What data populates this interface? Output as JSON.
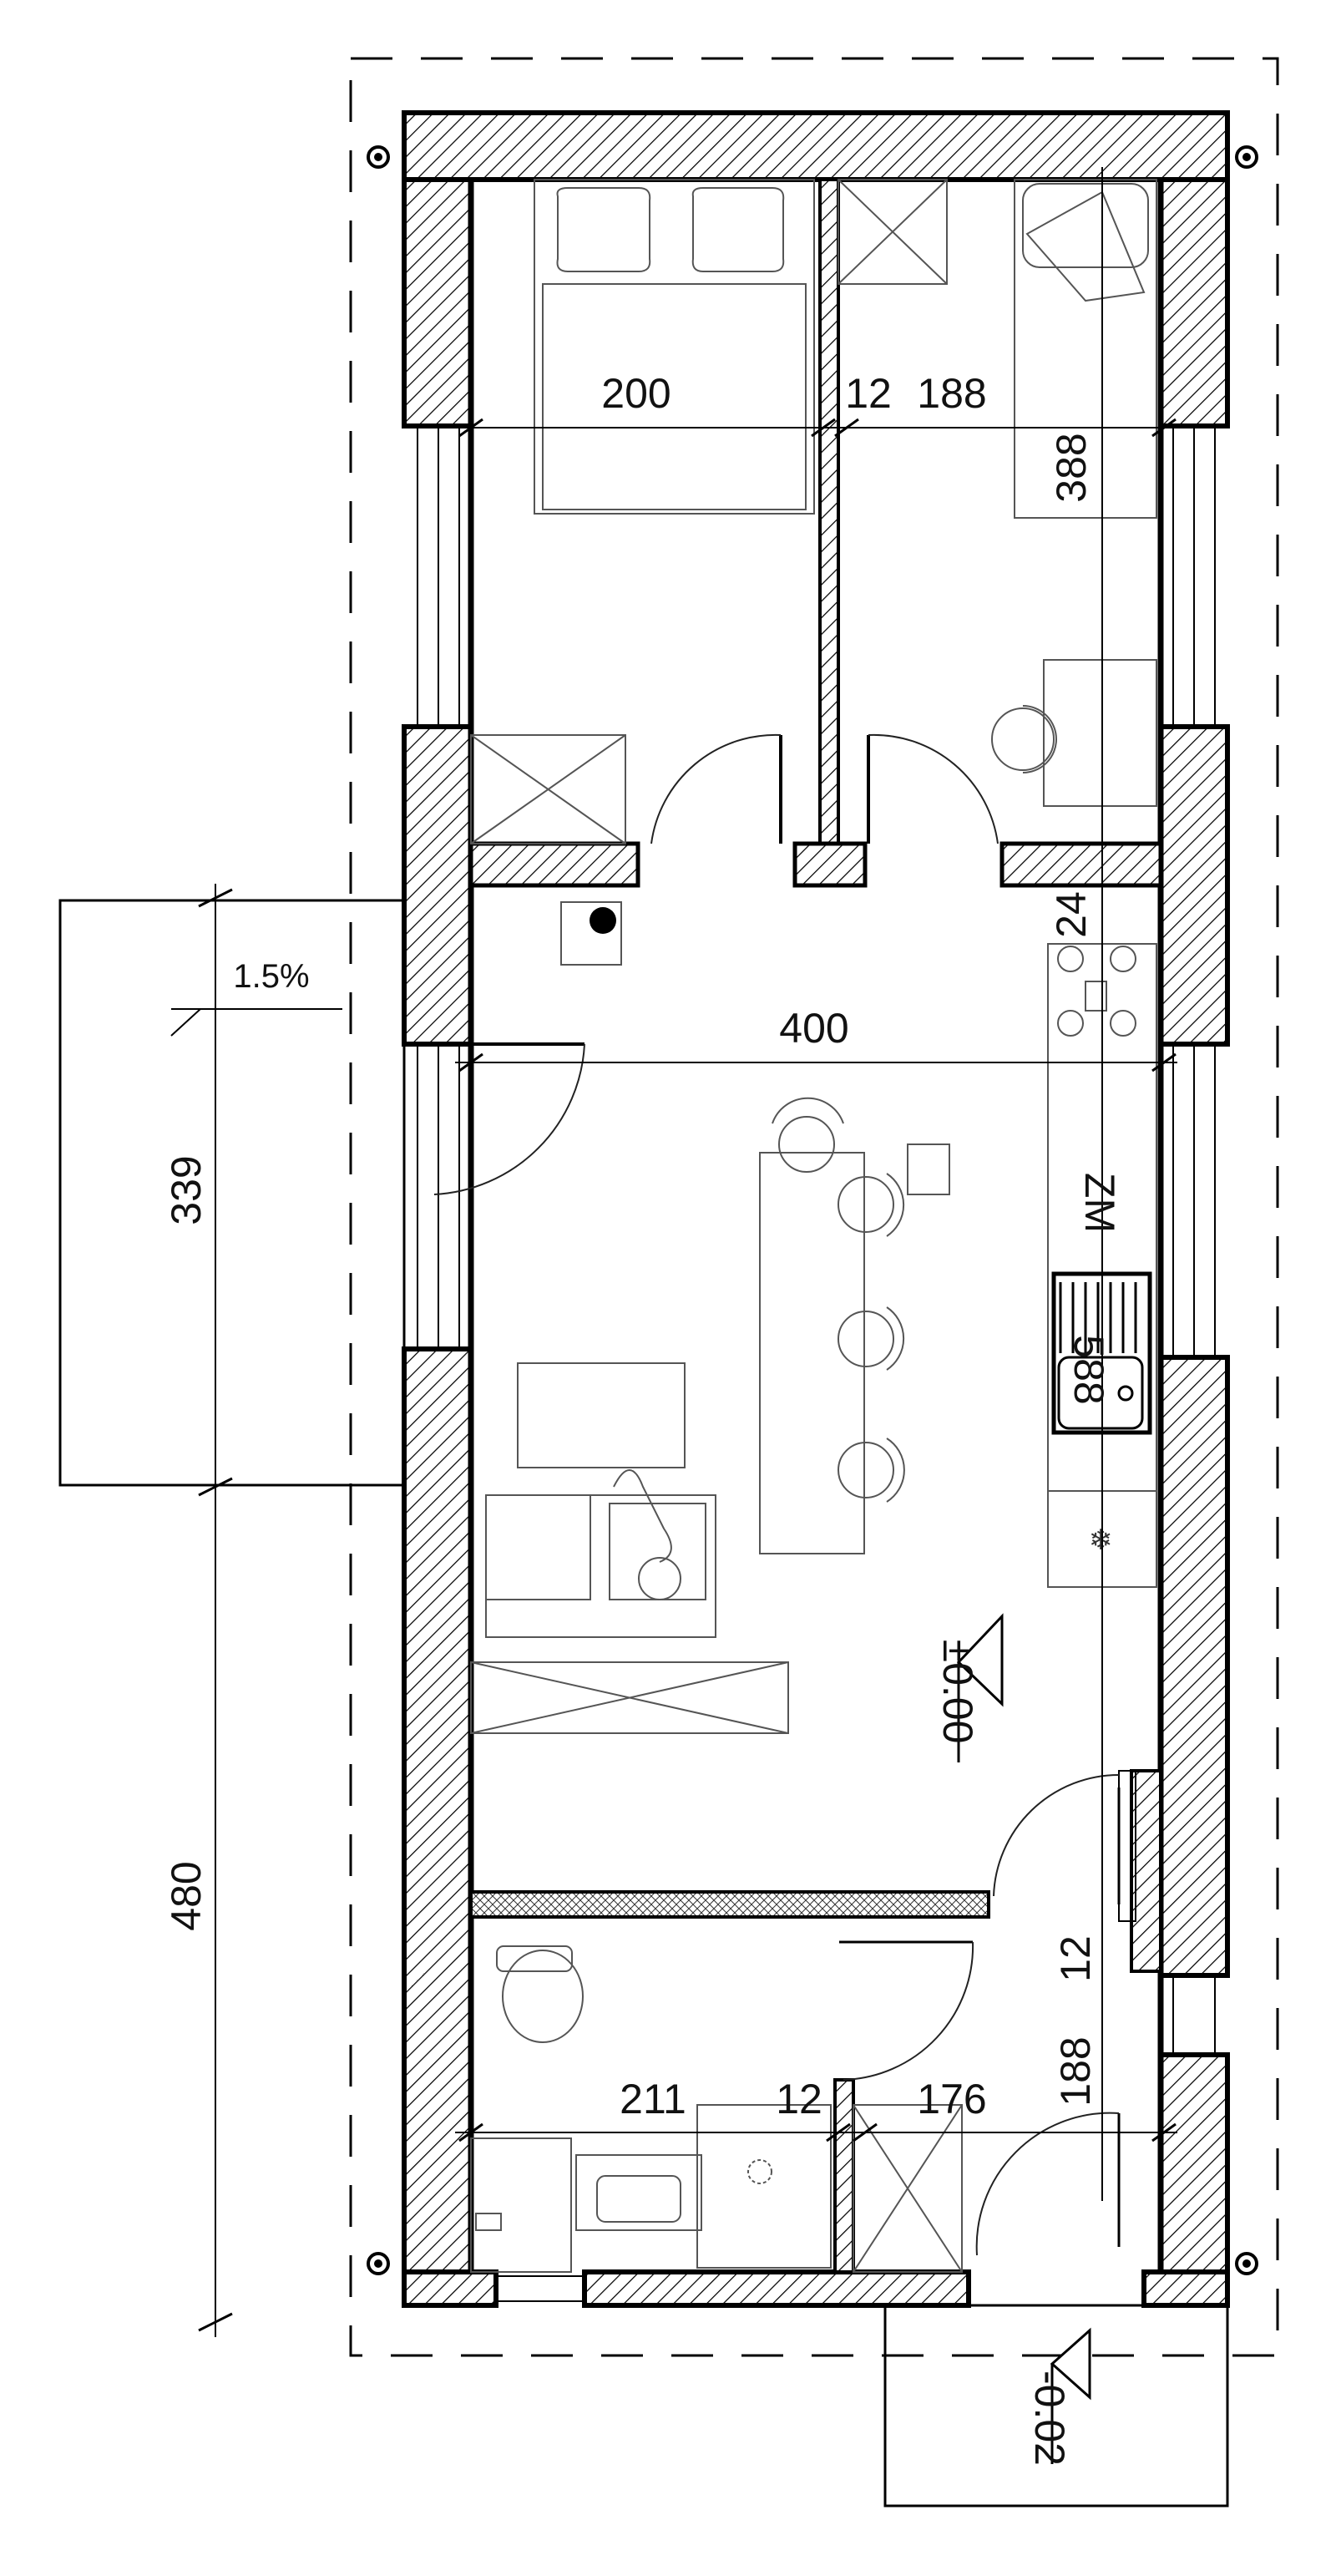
{
  "plan": {
    "room_dims": {
      "bedroom1_width": "200",
      "partition_bedrooms": "12",
      "bedroom2_width": "188",
      "bedroom2_depth": "388",
      "living_width": "400",
      "kitchen_gap": "24",
      "fridge_mark": "ZM",
      "sink_mark": "588",
      "bath_width": "211",
      "partition_bath": "12",
      "storage_width": "176",
      "side_partition": "12",
      "side_room": "188"
    },
    "terrace": {
      "slope": "1.5%",
      "length": "339"
    },
    "overall_length": "480",
    "levels": {
      "floor": "±0.00",
      "entrance": "-0.02"
    }
  },
  "colors": {
    "wall_stroke": "#000000",
    "hatch": "#000000",
    "furniture": "#555555",
    "background": "#ffffff"
  }
}
